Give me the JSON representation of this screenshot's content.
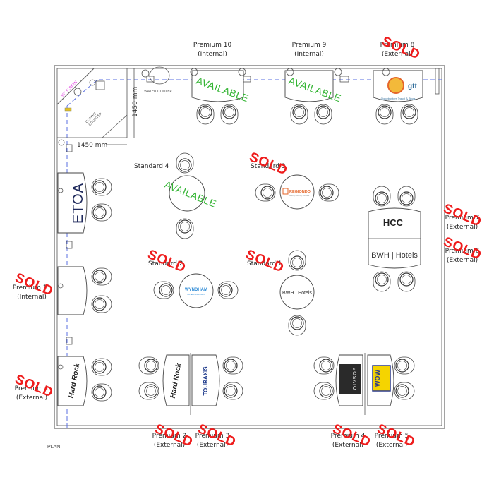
{
  "plan_label": "PLAN",
  "fixtures": {
    "water_cooler": "WATER COOLER",
    "coffee_counter": [
      "COFFEE",
      "COUNTER"
    ],
    "screen": "50\" SCREEN",
    "dim_vertical": "1450 mm",
    "dim_horizontal": "1450 mm"
  },
  "status_labels": {
    "sold": "SOLD",
    "available": "AVAILABLE"
  },
  "booths": {
    "premium10": {
      "name": "Premium 10",
      "type": "(Internal)",
      "status": "AVAILABLE"
    },
    "premium9": {
      "name": "Premium 9",
      "type": "(Internal)",
      "status": "AVAILABLE"
    },
    "premium8": {
      "name": "Premium 8",
      "type": "(External)",
      "status": "SOLD",
      "exhibitor": "gtt",
      "exhibitor_sub": "Globetrotters Travel & Tours"
    },
    "premium7": {
      "name": "Premium 7",
      "type": "(External)",
      "status": "SOLD",
      "exhibitor": "HCC"
    },
    "premium6": {
      "name": "Premium 6",
      "type": "(External)",
      "status": "SOLD",
      "exhibitor": "BWH | Hotels"
    },
    "premium11": {
      "name": "Premium 11",
      "type": "(Internal)",
      "status": "SOLD"
    },
    "etoa": {
      "exhibitor": "ETOA"
    },
    "premium1": {
      "name": "Premium 1",
      "type": "(External)",
      "status": "SOLD",
      "exhibitor": "Hard Rock"
    },
    "premium2": {
      "name": "Premium 2",
      "type": "(External)",
      "status": "SOLD",
      "exhibitor": "Hard Rock"
    },
    "premium3": {
      "name": "Premium 3",
      "type": "(External)",
      "status": "SOLD",
      "exhibitor": "TOURAXIS"
    },
    "premium4": {
      "name": "Premium 4",
      "type": "(External)",
      "status": "SOLD",
      "exhibitor": "VOSAIO"
    },
    "premium5": {
      "name": "Premium 5",
      "type": "(External)",
      "status": "SOLD",
      "exhibitor": "WOW"
    },
    "standard4": {
      "name": "Standard 4",
      "status": "AVAILABLE"
    },
    "standard3": {
      "name": "Standard 3",
      "status": "SOLD",
      "exhibitor": "REGIONDO",
      "exhibitor_sub": "Activity Booking Software"
    },
    "standard2": {
      "name": "Standard 2",
      "status": "SOLD",
      "exhibitor": "WYNDHAM",
      "exhibitor_sub": "HOTELS & RESORTS"
    },
    "standard1": {
      "name": "Standard 1",
      "status": "SOLD",
      "exhibitor": "BWH | Hotels"
    }
  },
  "colors": {
    "sold": "#ee1c1c",
    "available": "#35b535",
    "guide": "#5a6fe0"
  }
}
